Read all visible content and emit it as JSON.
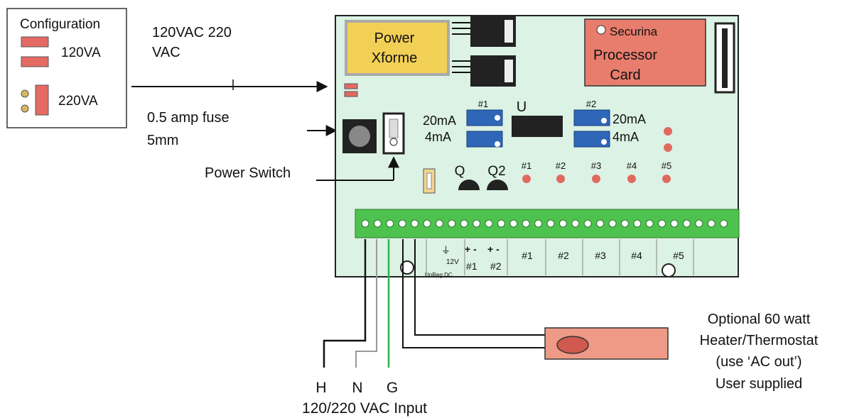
{
  "config_box": {
    "title": "Configuration",
    "option_120": "120VA",
    "option_220": "220VA"
  },
  "input_label": {
    "line1": "120VAC  220",
    "line2": "VAC"
  },
  "fuse_label": {
    "line1": "0.5 amp fuse",
    "line2": "5mm"
  },
  "power_switch_label": "Power Switch",
  "board": {
    "transformer": {
      "line1": "Power",
      "line2": "Xforme"
    },
    "processor": {
      "securing": "Securina",
      "line1": "Processor",
      "line2": "Card"
    },
    "chip_label": "U",
    "ch1": {
      "tag": "#1",
      "ma20": "20mA",
      "ma4": "4mA"
    },
    "ch2": {
      "tag": "#2",
      "ma20": "20mA",
      "ma4": "4mA"
    },
    "q1": "Q",
    "q2": "Q2",
    "led_labels": [
      "#1",
      "#2",
      "#3",
      "#4",
      "#5"
    ],
    "terminal_labels": {
      "v12": "12V",
      "unreg": "UnReg DC",
      "plusminus": "+ -",
      "dc1": "#1",
      "dc2": "#2",
      "relays": [
        "#1",
        "#2",
        "#3",
        "#4",
        "#5"
      ]
    }
  },
  "wire_labels": {
    "h": "H",
    "n": "N",
    "g": "G"
  },
  "input_caption": "120/220 VAC Input",
  "heater_label": {
    "line1": "Optional 60 watt",
    "line2": "Heater/Thermostat",
    "line3": "(use ‘AC out’)",
    "line4": "User supplied"
  },
  "colors": {
    "board": "#dcf2e4",
    "terminal_strip": "#4ec24e",
    "transformer": "#f2cf55",
    "processor": "#e87d6d",
    "jumper": "#2f66b8",
    "led": "#e06a60",
    "config_pad": "#e46a64",
    "ground_wire": "#2fb24f"
  }
}
